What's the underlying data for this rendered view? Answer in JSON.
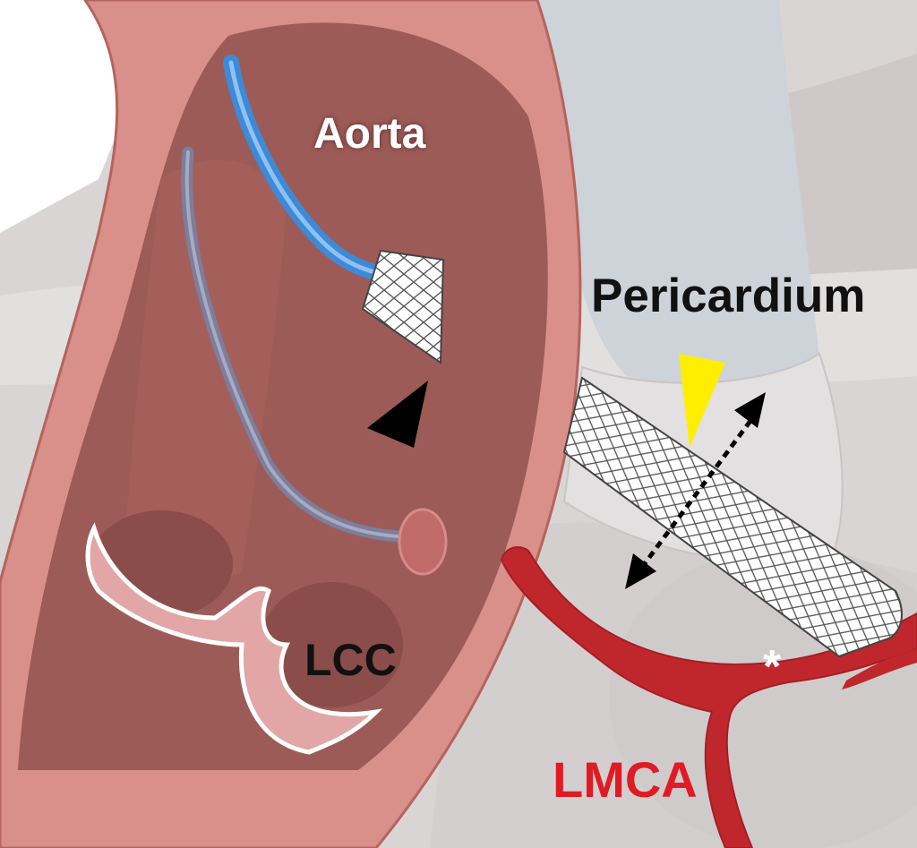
{
  "labels": {
    "aorta": "Aorta",
    "pericardium": "Pericardium",
    "lcc": "LCC",
    "lmca": "LMCA",
    "asterisk": "*"
  },
  "colors": {
    "aorta_wall": "#d9908a",
    "aorta_lumen": "#9e5b58",
    "pericardium": "#cdd3d8",
    "background_tissue": "#d8d4d4",
    "lmca": "#c0272d",
    "catheter_blue": "#3d8bd9",
    "catheter_grey": "#7d7f9c",
    "arrowhead_black": "#000000",
    "arrowhead_yellow": "#ffee00",
    "lmca_label": "#e01b24",
    "stent_mesh": "#555555"
  },
  "icons": {
    "black_arrowhead": "black-triangle-arrowhead-icon",
    "yellow_arrowhead": "yellow-triangle-arrowhead-icon",
    "double_arrow": "dotted-double-headed-arrow-icon"
  }
}
